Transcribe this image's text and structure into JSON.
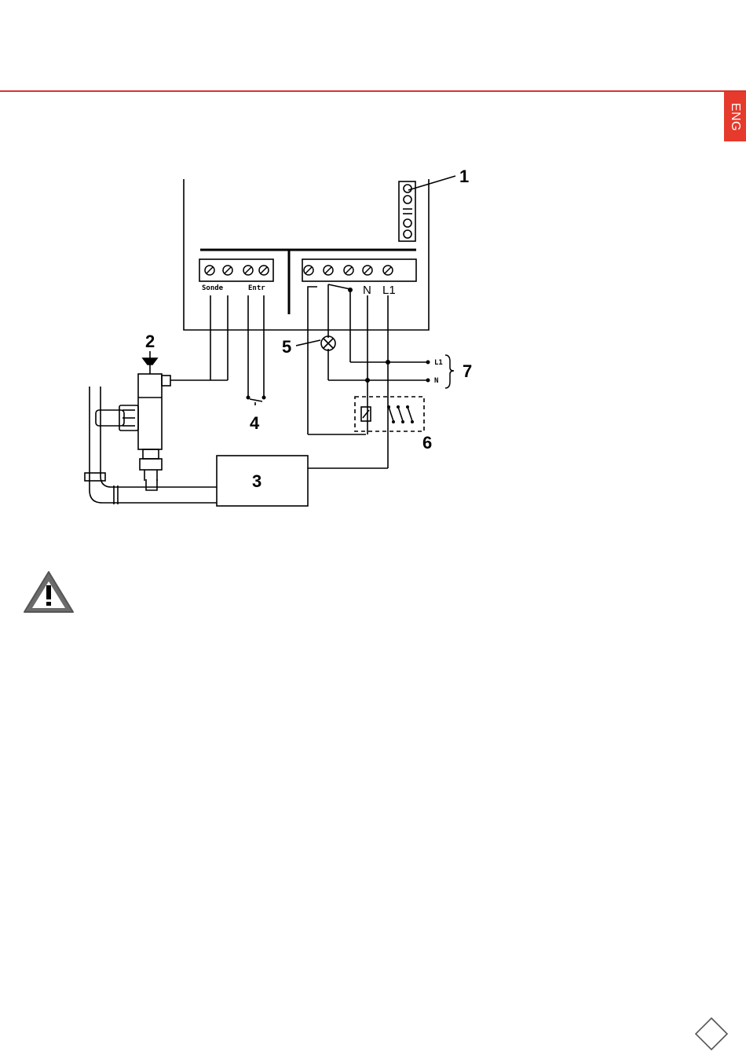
{
  "header": {
    "language_tab": "ENG",
    "accent_color": "#e53a2c"
  },
  "diagram": {
    "callouts": [
      "1",
      "2",
      "3",
      "4",
      "5",
      "6",
      "7"
    ],
    "terminal_labels": {
      "sonde": "Sonde",
      "entr": "Entr",
      "neutral": "N",
      "line": "L1"
    },
    "supply_labels": {
      "line": "L1",
      "neutral": "N"
    }
  },
  "warning": {
    "icon": "warning-triangle-icon"
  },
  "footer": {
    "page_marker_icon": "diamond-icon"
  }
}
